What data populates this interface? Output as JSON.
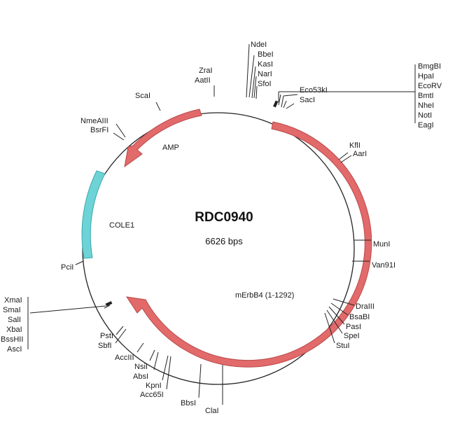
{
  "plasmid": {
    "name": "RDC0940",
    "size_label": "6626 bps"
  },
  "features": [
    {
      "id": "amp",
      "label": "AMP",
      "color": "#e26a6a"
    },
    {
      "id": "cole1",
      "label": "COLE1",
      "color": "#6dd3d6"
    },
    {
      "id": "erbb4",
      "label": "mErbB4 (1-1292)",
      "color": "#e26a6a"
    }
  ],
  "sites": {
    "top_right_group": [
      "NdeI",
      "BbeI",
      "KasI",
      "NarI",
      "SfoI"
    ],
    "zral": [
      "ZraI",
      "AatII"
    ],
    "scal": [
      "ScaI"
    ],
    "nmeaiii": [
      "NmeAIII",
      "BsrFI"
    ],
    "eco53k": [
      "Eco53kI",
      "SacI"
    ],
    "far_right_group": [
      "BmgBI",
      "HpaI",
      "EcoRV",
      "BmtI",
      "NheI",
      "NotI",
      "EagI"
    ],
    "kfli": [
      "KflI",
      "AarI"
    ],
    "muni": [
      "MunI"
    ],
    "van91": [
      "Van91I"
    ],
    "dralll": [
      "DraIII",
      "BsaBI",
      "PasI",
      "SpeI",
      "StuI"
    ],
    "pcil": [
      "PciI"
    ],
    "left_group": [
      "XmaI",
      "SmaI",
      "SalI",
      "XbaI",
      "BssHII",
      "AscI"
    ],
    "pstl": [
      "PstI",
      "SbfI"
    ],
    "acclll": [
      "AccIII"
    ],
    "nsil": [
      "NsiI",
      "AbsI"
    ],
    "kpnl": [
      "KpnI",
      "Acc65I"
    ],
    "bbsl": [
      "BbsI"
    ],
    "clal": [
      "ClaI"
    ]
  }
}
